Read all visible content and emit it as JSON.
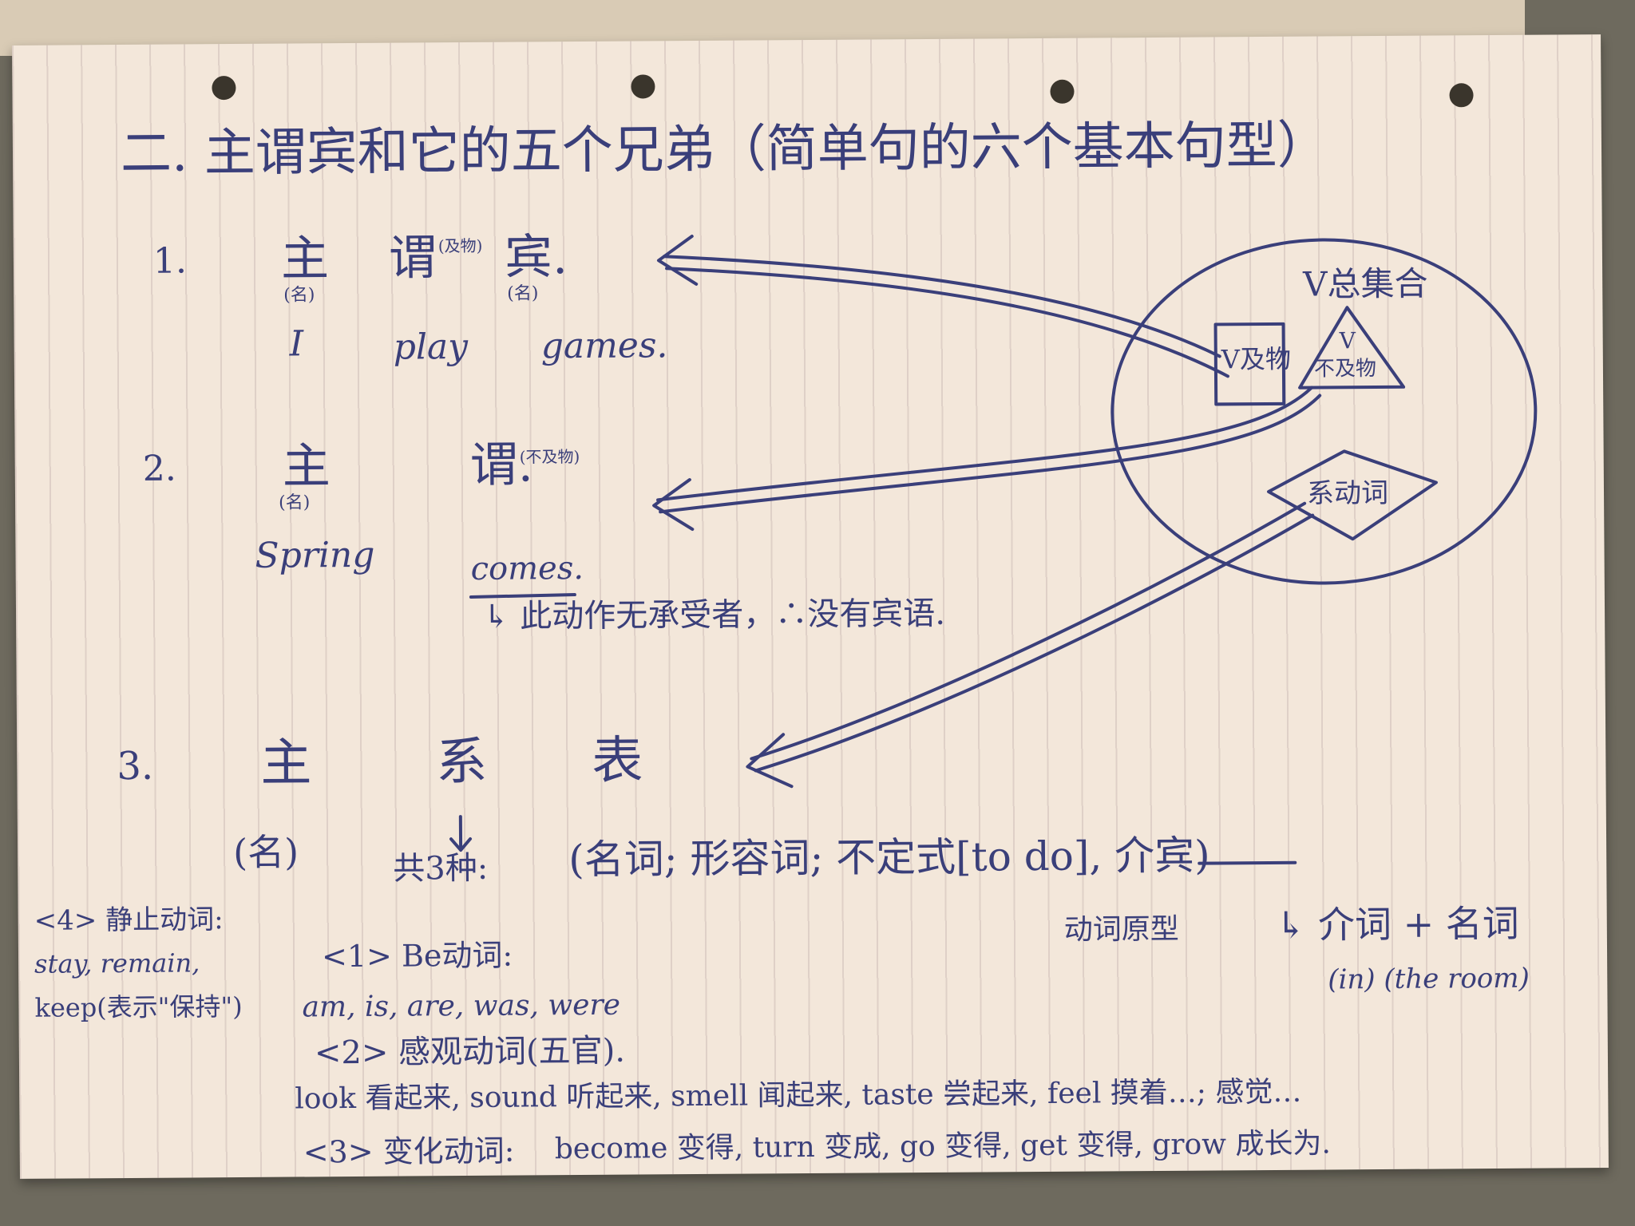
{
  "title": "二. 主谓宾和它的五个兄弟（简单句的六个基本句型）",
  "patterns": [
    {
      "number": "1.",
      "parts": [
        "主",
        "谓",
        "宾."
      ],
      "notes": [
        "(名)",
        "(及物)",
        "(名)"
      ],
      "example": [
        "I",
        "play",
        "games."
      ]
    },
    {
      "number": "2.",
      "parts": [
        "主",
        "谓."
      ],
      "notes": [
        "(名)",
        "(不及物)"
      ],
      "example": [
        "Spring",
        "comes."
      ],
      "comment": "↳ 此动作无承受者，∴没有宾语."
    },
    {
      "number": "3.",
      "parts": [
        "主",
        "系",
        "表"
      ],
      "subject_note": "(名)",
      "linking_note": "共3种:",
      "predicative_list": "(名词; 形容词; 不定式[to do], 介宾)",
      "do_note": "动词原型",
      "prep_note": "↳ 介词 + 名词",
      "prep_example": "(in) (the room)"
    }
  ],
  "verb_set": {
    "label": "V总集合",
    "transitive": "V及物",
    "intransitive_v": "V",
    "intransitive": "不及物",
    "linking": "系动词"
  },
  "linking_verbs": [
    {
      "heading": "<1> Be动词:",
      "words": "am, is, are, was, were"
    },
    {
      "heading": "<2> 感观动词(五官).",
      "words": "look 看起来, sound 听起来, smell 闻起来, taste 尝起来, feel 摸着…; 感觉…"
    },
    {
      "heading": "<3> 变化动词:",
      "words": "become 变得, turn 变成, go 变得, get 变得, grow 成长为."
    },
    {
      "heading": "<4> 静止动词:",
      "words": "stay, remain,",
      "extra": "keep(表示\"保持\")"
    }
  ]
}
